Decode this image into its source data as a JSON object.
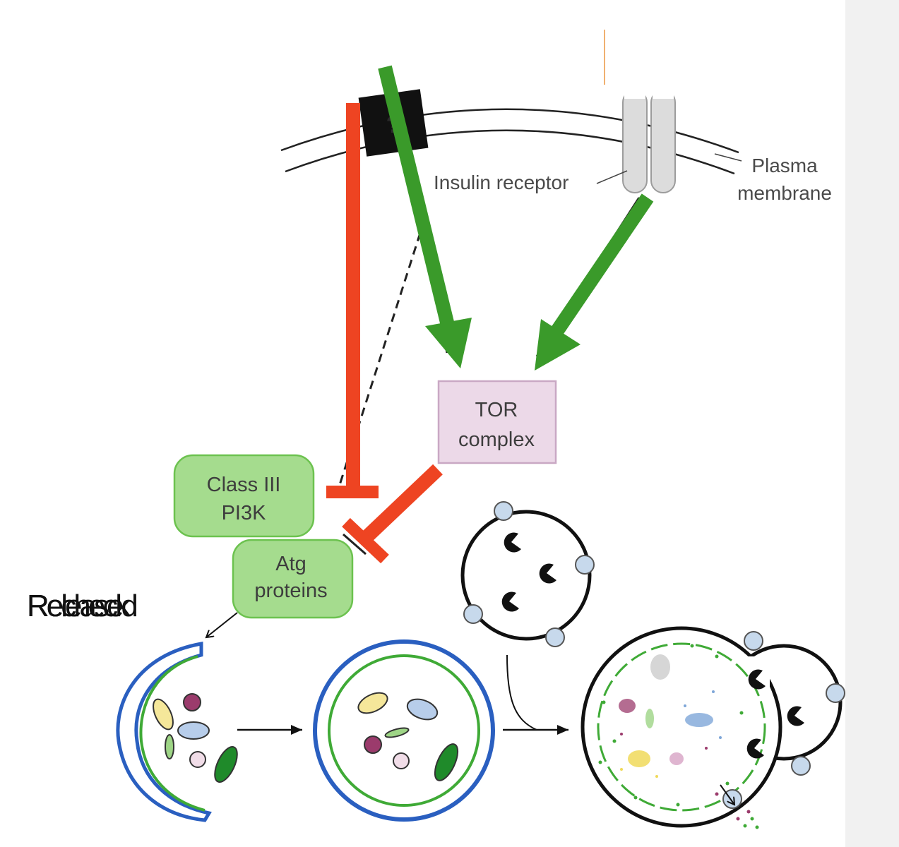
{
  "labels": {
    "unknown_receptor": "?",
    "insulin_receptor": "Insulin receptor",
    "plasma_membrane_line1": "Plasma",
    "plasma_membrane_line2": "membrane",
    "tor_line1": "TOR",
    "tor_line2": "complex",
    "pi3k_line1": "Class III",
    "pi3k_line2": "PI3K",
    "atg_line1": "Atg",
    "atg_line2": "proteins",
    "overlay_text_a": "Released",
    "overlay_text_b": "Recheck"
  },
  "colors": {
    "activation_arrow": "#3a9a2a",
    "inhibition_bar": "#ee4422",
    "tor_box_fill": "#ecd9e8",
    "tor_box_stroke": "#c9a8c4",
    "green_box_fill": "#a5dc8e",
    "green_box_stroke": "#6cc24f",
    "phagophore_outer": "#2a5fc0",
    "phagophore_inner": "#3faa36",
    "lysosome_knob": "#c7d9ec",
    "membrane": "#222222"
  }
}
